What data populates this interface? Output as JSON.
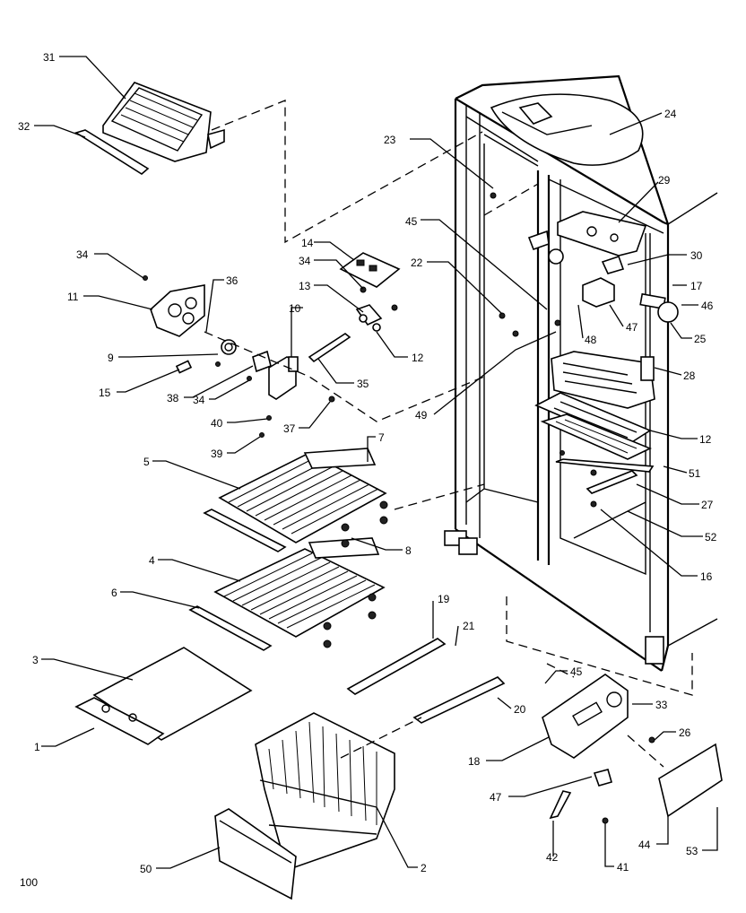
{
  "figure_number": "100",
  "callouts": [
    {
      "id": "c31",
      "label": "31"
    },
    {
      "id": "c32",
      "label": "32"
    },
    {
      "id": "c24",
      "label": "24"
    },
    {
      "id": "c23",
      "label": "23"
    },
    {
      "id": "c29",
      "label": "29"
    },
    {
      "id": "c45a",
      "label": "45"
    },
    {
      "id": "c22",
      "label": "22"
    },
    {
      "id": "c30",
      "label": "30"
    },
    {
      "id": "c17",
      "label": "17"
    },
    {
      "id": "c46",
      "label": "46"
    },
    {
      "id": "c47a",
      "label": "47"
    },
    {
      "id": "c25",
      "label": "25"
    },
    {
      "id": "c48",
      "label": "48"
    },
    {
      "id": "c28",
      "label": "28"
    },
    {
      "id": "c49",
      "label": "49"
    },
    {
      "id": "c12b",
      "label": "12"
    },
    {
      "id": "c51",
      "label": "51"
    },
    {
      "id": "c27",
      "label": "27"
    },
    {
      "id": "c52",
      "label": "52"
    },
    {
      "id": "c16b",
      "label": "16"
    },
    {
      "id": "c34a",
      "label": "34"
    },
    {
      "id": "c11",
      "label": "11"
    },
    {
      "id": "c36",
      "label": "36"
    },
    {
      "id": "c14",
      "label": "14"
    },
    {
      "id": "c34b",
      "label": "34"
    },
    {
      "id": "c13",
      "label": "13"
    },
    {
      "id": "c10",
      "label": "10"
    },
    {
      "id": "c12a",
      "label": "12"
    },
    {
      "id": "c9",
      "label": "9"
    },
    {
      "id": "c15",
      "label": "15"
    },
    {
      "id": "c38",
      "label": "38"
    },
    {
      "id": "c34c",
      "label": "34"
    },
    {
      "id": "c35",
      "label": "35"
    },
    {
      "id": "c40",
      "label": "40"
    },
    {
      "id": "c37",
      "label": "37"
    },
    {
      "id": "c39",
      "label": "39"
    },
    {
      "id": "c7",
      "label": "7"
    },
    {
      "id": "c5",
      "label": "5"
    },
    {
      "id": "c8",
      "label": "8"
    },
    {
      "id": "c4",
      "label": "4"
    },
    {
      "id": "c6",
      "label": "6"
    },
    {
      "id": "c19",
      "label": "19"
    },
    {
      "id": "c21",
      "label": "21"
    },
    {
      "id": "c3",
      "label": "3"
    },
    {
      "id": "c1",
      "label": "1"
    },
    {
      "id": "c45b",
      "label": "45"
    },
    {
      "id": "c33",
      "label": "33"
    },
    {
      "id": "c20",
      "label": "20"
    },
    {
      "id": "c26",
      "label": "26"
    },
    {
      "id": "c18",
      "label": "18"
    },
    {
      "id": "c47b",
      "label": "47"
    },
    {
      "id": "c42",
      "label": "42"
    },
    {
      "id": "c41",
      "label": "41"
    },
    {
      "id": "c44",
      "label": "44"
    },
    {
      "id": "c53",
      "label": "53"
    },
    {
      "id": "c2",
      "label": "2"
    },
    {
      "id": "c50",
      "label": "50"
    }
  ]
}
